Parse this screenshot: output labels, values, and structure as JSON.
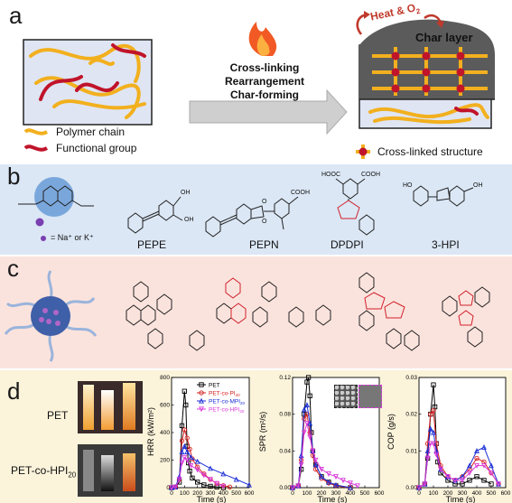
{
  "panel_a": {
    "label": "a",
    "process_lines": [
      "Cross-linking",
      "Rearrangement",
      "Char-forming"
    ],
    "heat_label": "Heat & O",
    "heat_sub": "2",
    "char_layer": "Char layer",
    "legend": {
      "polymer_chain": "Polymer chain",
      "functional_group": "Functional group",
      "cross_linked": "Cross-linked structure"
    },
    "colors": {
      "chain": "#f2b01e",
      "group": "#c0142a",
      "arrow": "#d0d0d0"
    }
  },
  "panel_b": {
    "label": "b",
    "ion_note": "= Na⁺ or K⁺",
    "molecules": [
      "PEPE",
      "PEPN",
      "DPDPI",
      "3-HPI"
    ],
    "group_labels": [
      "OH",
      "OH",
      "O",
      "O",
      "HOOC",
      "COOH",
      "COOH",
      "HO",
      "OH"
    ],
    "background": "#dbe7f5"
  },
  "panel_c": {
    "label": "c",
    "background": "#fbe3dd"
  },
  "panel_d": {
    "label": "d",
    "photo_labels": {
      "pet": "PET",
      "co": "PET-co-HPI",
      "co_sub": "20"
    },
    "background": "#fbf3da"
  },
  "chart_data": [
    {
      "type": "line",
      "title": "",
      "xlabel": "Time (s)",
      "ylabel": "HRR (kW/m²)",
      "xlim": [
        0,
        600
      ],
      "ylim": [
        0,
        800
      ],
      "x_ticks": [
        0,
        100,
        200,
        300,
        400,
        500,
        600
      ],
      "y_ticks": [
        0,
        200,
        400,
        600,
        800
      ],
      "legend": "top-right",
      "series": [
        {
          "name": "PET",
          "color": "#000000",
          "marker": "square",
          "x": [
            0,
            30,
            60,
            80,
            100,
            110,
            120,
            130,
            140,
            160,
            200,
            250,
            300,
            350,
            400
          ],
          "y": [
            0,
            5,
            40,
            450,
            700,
            600,
            300,
            180,
            120,
            70,
            40,
            20,
            10,
            5,
            0
          ]
        },
        {
          "name": "PET-co-PI20",
          "color": "#d62020",
          "marker": "circle",
          "x": [
            0,
            30,
            60,
            80,
            100,
            120,
            140,
            160,
            200,
            250,
            300,
            350,
            400,
            450
          ],
          "y": [
            0,
            5,
            60,
            340,
            420,
            360,
            280,
            210,
            150,
            100,
            60,
            30,
            15,
            5
          ]
        },
        {
          "name": "PET-co-MPI20",
          "color": "#1d2fd6",
          "marker": "triangle",
          "x": [
            0,
            30,
            60,
            80,
            100,
            120,
            150,
            200,
            300,
            400,
            500,
            600
          ],
          "y": [
            0,
            5,
            80,
            260,
            300,
            260,
            220,
            190,
            140,
            100,
            60,
            20
          ]
        },
        {
          "name": "PET-co-HPI20",
          "color": "#d93ad9",
          "marker": "triangle-down",
          "x": [
            0,
            30,
            60,
            80,
            100,
            120,
            150,
            200,
            250,
            300,
            350,
            400
          ],
          "y": [
            0,
            5,
            60,
            180,
            220,
            200,
            160,
            130,
            90,
            60,
            30,
            10
          ]
        }
      ]
    },
    {
      "type": "line",
      "title": "",
      "xlabel": "Time (s)",
      "ylabel": "SPR (m²/s)",
      "xlim": [
        0,
        600
      ],
      "ylim": [
        0,
        0.12
      ],
      "x_ticks": [
        0,
        100,
        200,
        300,
        400,
        500,
        600
      ],
      "y_ticks": [
        0.0,
        0.04,
        0.08,
        0.12
      ],
      "y_tick_labels": [
        "0.00",
        "0.04",
        "0.08",
        "0.12"
      ],
      "series": [
        {
          "name": "PET",
          "color": "#000000",
          "marker": "square",
          "x": [
            0,
            40,
            60,
            80,
            100,
            110,
            120,
            130,
            140,
            160,
            200,
            250,
            300,
            400
          ],
          "y": [
            0,
            0.002,
            0.02,
            0.08,
            0.115,
            0.12,
            0.1,
            0.06,
            0.04,
            0.025,
            0.012,
            0.006,
            0.002,
            0
          ]
        },
        {
          "name": "PET-co-PI20",
          "color": "#d62020",
          "marker": "circle",
          "x": [
            0,
            40,
            60,
            80,
            100,
            120,
            140,
            160,
            200,
            250,
            300,
            400
          ],
          "y": [
            0,
            0.002,
            0.03,
            0.075,
            0.08,
            0.06,
            0.035,
            0.02,
            0.01,
            0.005,
            0.002,
            0
          ]
        },
        {
          "name": "PET-co-MPI20",
          "color": "#1d2fd6",
          "marker": "triangle",
          "x": [
            0,
            40,
            60,
            80,
            100,
            120,
            140,
            160,
            200,
            250,
            300,
            400
          ],
          "y": [
            0,
            0.002,
            0.035,
            0.085,
            0.09,
            0.07,
            0.04,
            0.025,
            0.012,
            0.006,
            0.003,
            0
          ]
        },
        {
          "name": "PET-co-HPI20",
          "color": "#d93ad9",
          "marker": "triangle-down",
          "x": [
            0,
            40,
            60,
            80,
            100,
            120,
            140,
            160,
            200,
            250,
            300,
            350,
            400,
            450
          ],
          "y": [
            0,
            0.002,
            0.025,
            0.06,
            0.07,
            0.055,
            0.04,
            0.03,
            0.02,
            0.015,
            0.012,
            0.008,
            0.005,
            0.002
          ]
        }
      ]
    },
    {
      "type": "line",
      "title": "",
      "xlabel": "Time (s)",
      "ylabel": "COP (g/s)",
      "xlim": [
        0,
        600
      ],
      "ylim": [
        0,
        0.03
      ],
      "x_ticks": [
        0,
        100,
        200,
        300,
        400,
        500,
        600
      ],
      "y_ticks": [
        0.0,
        0.01,
        0.02,
        0.03
      ],
      "y_tick_labels": [
        "0.00",
        "0.01",
        "0.02",
        "0.03"
      ],
      "series": [
        {
          "name": "PET",
          "color": "#000000",
          "marker": "square",
          "x": [
            0,
            40,
            60,
            80,
            100,
            110,
            120,
            130,
            150,
            200,
            250,
            300,
            350,
            400,
            450,
            500
          ],
          "y": [
            0,
            0.001,
            0.008,
            0.02,
            0.028,
            0.022,
            0.012,
            0.007,
            0.004,
            0.002,
            0.001,
            0.001,
            0.002,
            0.003,
            0.002,
            0.001
          ]
        },
        {
          "name": "PET-co-PI20",
          "color": "#d62020",
          "marker": "circle",
          "x": [
            0,
            40,
            60,
            80,
            100,
            120,
            150,
            200,
            250,
            300,
            350,
            400,
            450,
            500,
            550
          ],
          "y": [
            0,
            0.001,
            0.012,
            0.02,
            0.021,
            0.012,
            0.006,
            0.003,
            0.002,
            0.003,
            0.005,
            0.008,
            0.007,
            0.004,
            0.001
          ]
        },
        {
          "name": "PET-co-MPI20",
          "color": "#1d2fd6",
          "marker": "triangle",
          "x": [
            0,
            40,
            60,
            80,
            100,
            120,
            150,
            200,
            250,
            300,
            350,
            400,
            450,
            500,
            550
          ],
          "y": [
            0,
            0.001,
            0.01,
            0.016,
            0.015,
            0.01,
            0.005,
            0.003,
            0.002,
            0.003,
            0.006,
            0.01,
            0.011,
            0.006,
            0.001
          ]
        },
        {
          "name": "PET-co-HPI20",
          "color": "#d93ad9",
          "marker": "triangle-down",
          "x": [
            0,
            40,
            60,
            80,
            100,
            120,
            150,
            200,
            250,
            300,
            350,
            400,
            450,
            500,
            550
          ],
          "y": [
            0,
            0.001,
            0.008,
            0.012,
            0.012,
            0.009,
            0.005,
            0.003,
            0.002,
            0.002,
            0.004,
            0.006,
            0.006,
            0.004,
            0.001
          ]
        }
      ]
    }
  ]
}
